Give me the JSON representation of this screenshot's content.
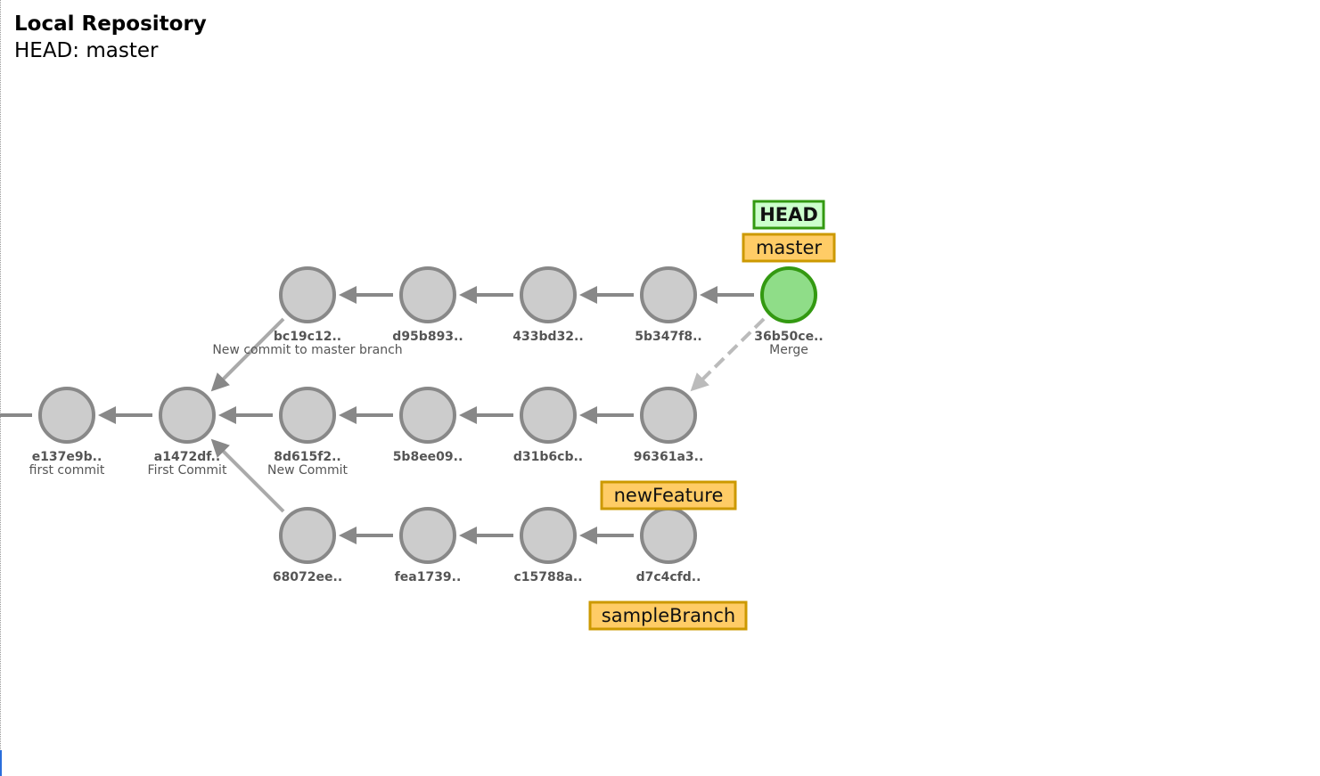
{
  "header": {
    "title": "Local Repository",
    "head_text": "HEAD: master"
  },
  "colors": {
    "commit_fill": "#cccccc",
    "commit_stroke": "#888888",
    "head_commit_fill": "#8fdd88",
    "head_commit_stroke": "#339911",
    "edge": "#888888",
    "merge_edge": "#bbbbbb",
    "branch_label_fill": "#ffcc66",
    "branch_label_stroke": "#cc9900",
    "head_label_fill": "#ccffcc",
    "head_label_stroke": "#339911"
  },
  "commits": {
    "e137e9b": {
      "hash": "e137e9b..",
      "message": "first commit"
    },
    "a1472df": {
      "hash": "a1472df..",
      "message": "First Commit"
    },
    "bc19c12": {
      "hash": "bc19c12..",
      "message": "New commit to master branch"
    },
    "d95b893": {
      "hash": "d95b893..",
      "message": ""
    },
    "433bd32": {
      "hash": "433bd32..",
      "message": ""
    },
    "5b347f8": {
      "hash": "5b347f8..",
      "message": ""
    },
    "36b50ce": {
      "hash": "36b50ce..",
      "message": "Merge"
    },
    "8d615f2": {
      "hash": "8d615f2..",
      "message": "New Commit"
    },
    "5b8ee09": {
      "hash": "5b8ee09..",
      "message": ""
    },
    "d31b6cb": {
      "hash": "d31b6cb..",
      "message": ""
    },
    "96361a3": {
      "hash": "96361a3..",
      "message": ""
    },
    "68072ee": {
      "hash": "68072ee..",
      "message": ""
    },
    "fea1739": {
      "hash": "fea1739..",
      "message": ""
    },
    "c15788a": {
      "hash": "c15788a..",
      "message": ""
    },
    "d7c4cfd": {
      "hash": "d7c4cfd..",
      "message": ""
    }
  },
  "refs": {
    "head": "HEAD",
    "master": "master",
    "newFeature": "newFeature",
    "sampleBranch": "sampleBranch"
  }
}
